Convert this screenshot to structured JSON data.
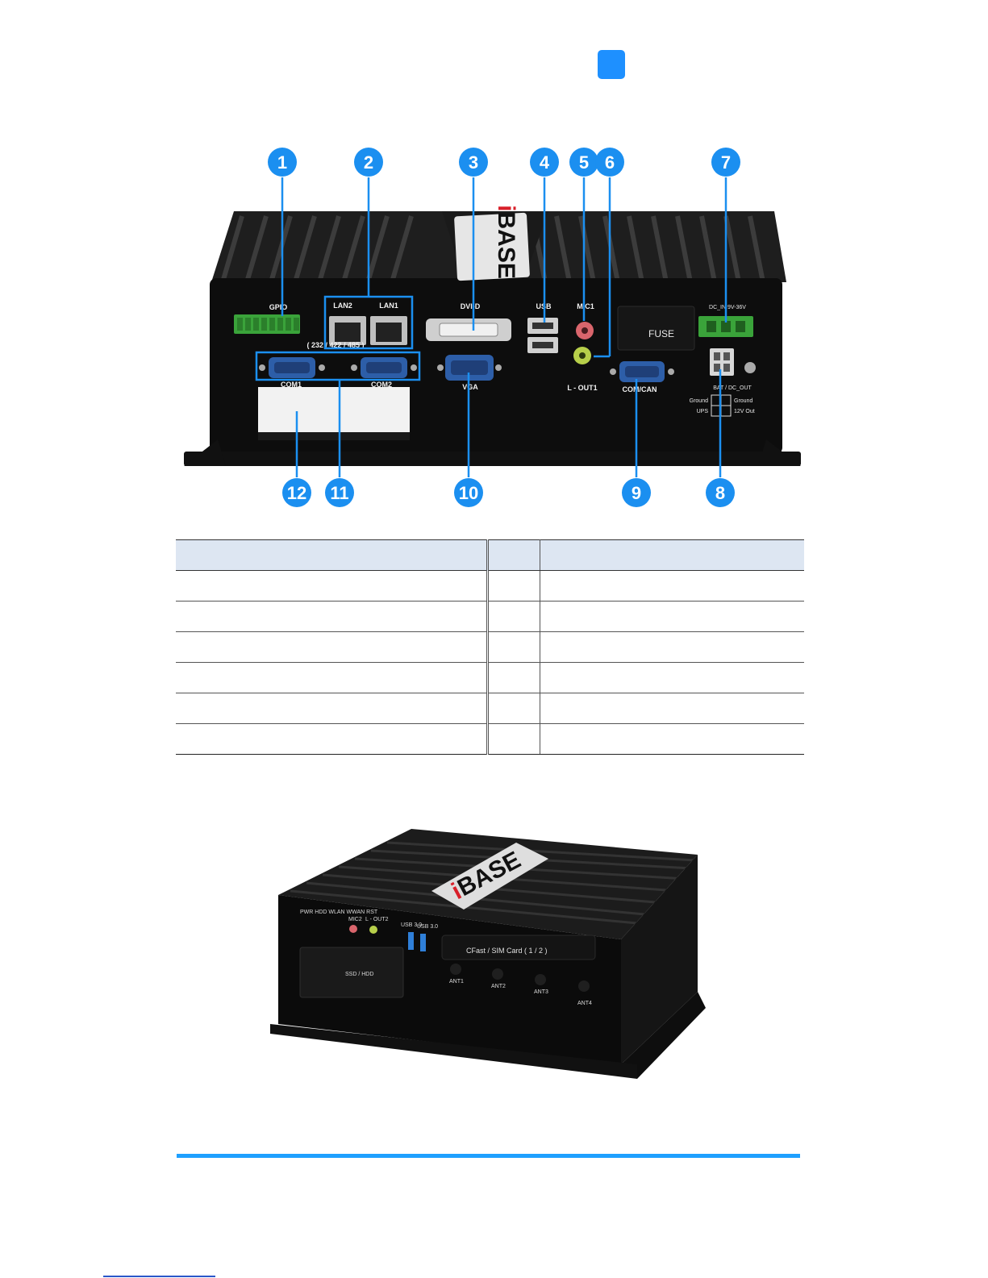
{
  "rear_panel": {
    "callouts": [
      "1",
      "2",
      "3",
      "4",
      "5",
      "6",
      "7",
      "8",
      "9",
      "10",
      "11",
      "12"
    ],
    "port_labels": {
      "gpio": "GPIO",
      "lan2": "LAN2",
      "lan1": "LAN1",
      "dvi": "DVI-D",
      "usb": "USB",
      "mic": "MIC1",
      "dc_in": "DC_IN 9V-36V",
      "com_types": "( 232 / 422 / 485 )",
      "com1": "COM1",
      "com2": "COM2",
      "vga": "VGA",
      "lout": "L - OUT1",
      "fuse": "FUSE",
      "comcan": "COM/CAN",
      "bat_out": "BAT / DC_OUT",
      "pin_ground_l": "Ground",
      "pin_ground_r": "Ground",
      "pin_ups": "UPS",
      "pin_12v": "12V Out"
    },
    "logo": {
      "accent": "i",
      "text": "BASE"
    }
  },
  "table": {
    "rows": [
      {
        "no": "",
        "name": "",
        "no2": "",
        "name2": ""
      },
      {
        "no": "",
        "name": "",
        "no2": "",
        "name2": ""
      },
      {
        "no": "",
        "name": "",
        "no2": "",
        "name2": ""
      },
      {
        "no": "",
        "name": "",
        "no2": "",
        "name2": ""
      },
      {
        "no": "",
        "name": "",
        "no2": "",
        "name2": ""
      },
      {
        "no": "",
        "name": "",
        "no2": "",
        "name2": ""
      }
    ]
  },
  "front_panel": {
    "leds": "PWR HDD WLAN WWAN RST",
    "mic": "MIC2",
    "lout": "L - OUT2",
    "usb_a": "USB 3.0",
    "usb_b": "USB 3.0",
    "cfast": "CFast  /  SIM Card ( 1 / 2 )",
    "ssd": "SSD / HDD",
    "ant1": "ANT1",
    "ant2": "ANT2",
    "ant3": "ANT3",
    "ant4": "ANT4",
    "logo": {
      "accent": "i",
      "text": "BASE"
    }
  },
  "colors": {
    "accent": "#1b8ff0",
    "header_fill": "#dde6f2",
    "rule": "#1ea0ff"
  }
}
